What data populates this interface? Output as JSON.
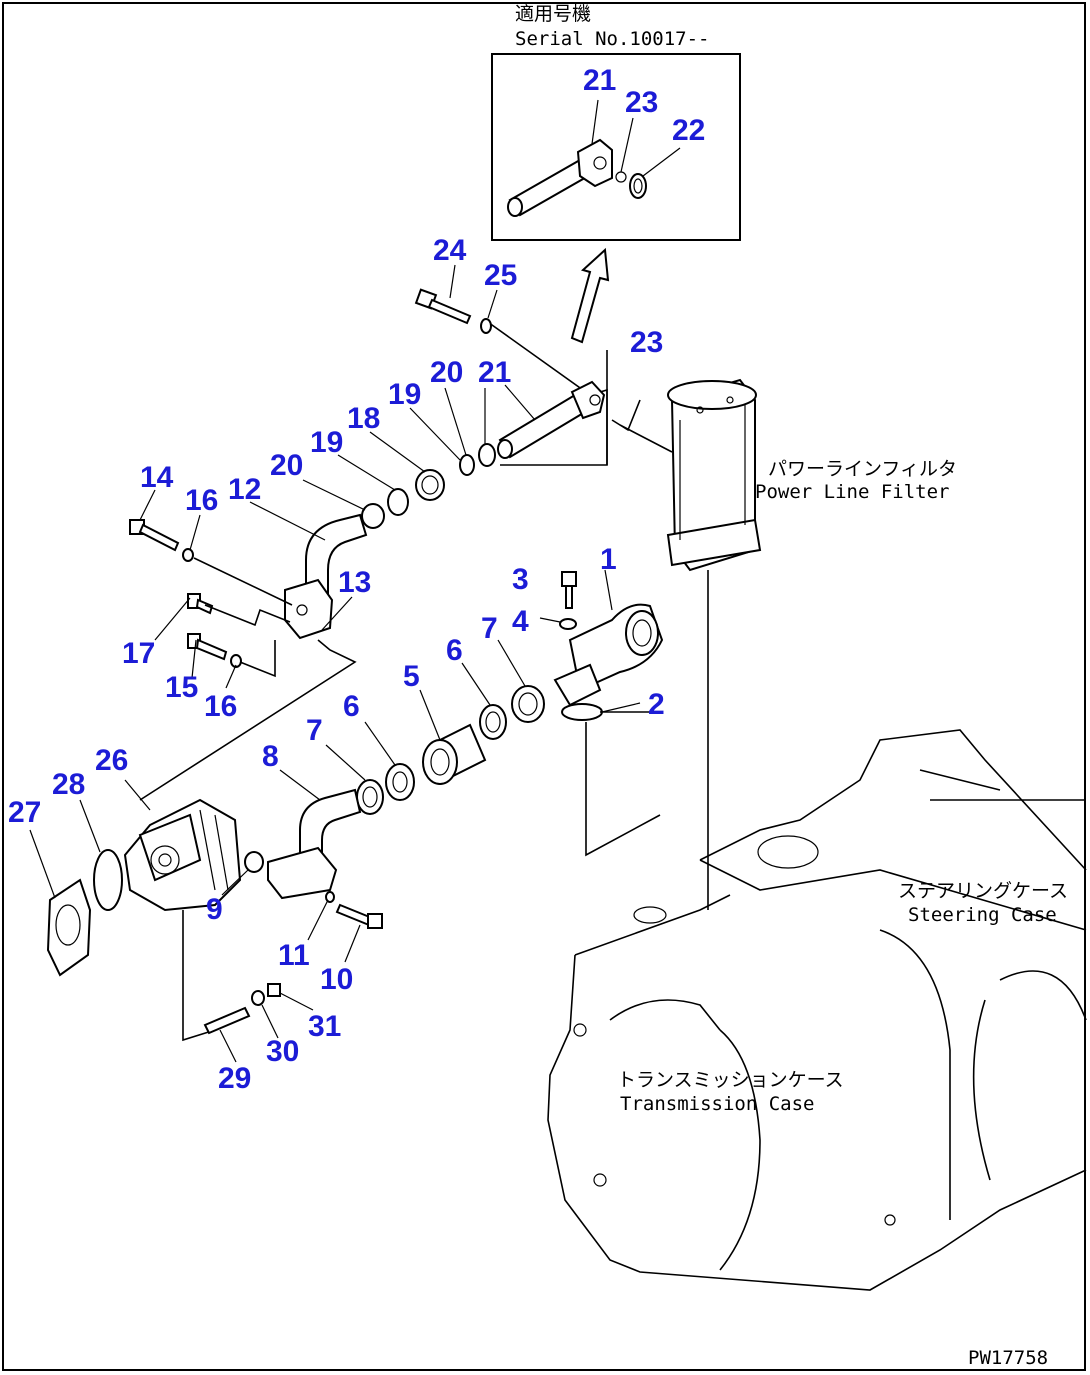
{
  "applicable_serial": {
    "title": "適用号機",
    "serial": "Serial No.10017--"
  },
  "notes": {
    "filter_jp": "パワーラインフィルタ",
    "filter_en": "Power Line Filter",
    "steering_jp": "ステアリングケース",
    "steering_en": "Steering Case",
    "trans_jp": "トランスミッションケース",
    "trans_en": "Transmission Case"
  },
  "drawing_number": "PW17758",
  "callouts": {
    "inset_21": "21",
    "inset_23": "23",
    "inset_22": "22",
    "c24": "24",
    "c25": "25",
    "c23": "23",
    "c20a": "20",
    "c21": "21",
    "c19a": "19",
    "c18": "18",
    "c19b": "19",
    "c20b": "20",
    "c14": "14",
    "c16a": "16",
    "c12": "12",
    "c13": "13",
    "c17": "17",
    "c15": "15",
    "c16b": "16",
    "c3": "3",
    "c1": "1",
    "c4": "4",
    "c7a": "7",
    "c6a": "6",
    "c5": "5",
    "c2": "2",
    "c6b": "6",
    "c7b": "7",
    "c8": "8",
    "c26": "26",
    "c28": "28",
    "c27": "27",
    "c9": "9",
    "c11": "11",
    "c10": "10",
    "c31": "31",
    "c30": "30",
    "c29": "29"
  },
  "colors": {
    "callout": "#1c1cd6",
    "line": "#000000",
    "background": "#ffffff"
  }
}
